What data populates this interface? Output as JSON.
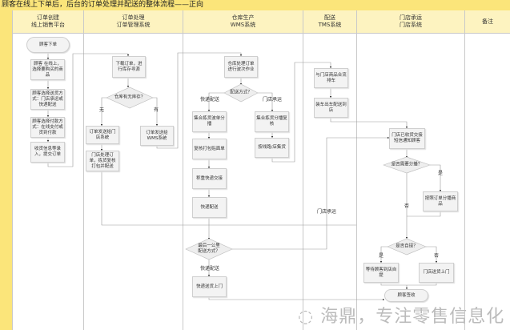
{
  "title": "顾客在线上下单后，后台的订单处理并配送的整体流程——正向",
  "lanes": [
    {
      "name": "订单创建\n线上销售平台"
    },
    {
      "name": "订单处理\n订单管理系统"
    },
    {
      "name": "仓库生产\nWMS系统"
    },
    {
      "name": "配送\nTMS系统"
    },
    {
      "name": "门店承运\n门店系统"
    },
    {
      "name": "备注"
    }
  ],
  "nodes": {
    "start": "顾客下单",
    "c1b1": "顾客\n在线上，选择要购买的商品",
    "c1b2": "顾客选择送货方式：门店承运或快递配送",
    "c1b3": "顾客选择付款方式：在线支付或货到付款",
    "c1b4": "收货信息等录入，提交订单",
    "c2b1": "下载订单，进行库存寻源",
    "c2d1": "仓库有无库存？",
    "c2no": "无",
    "c2yes": "有",
    "c2b2": "订单发送给门店系统",
    "c2b3": "订单发送给WMS系统",
    "c2b4": "门店处理订单，拣货复核打包并配送",
    "c3b1": "仓库处理订单进行波次作业",
    "c3d1": "配送方式？",
    "c3l1": "快递配送",
    "c3l2": "门店承运",
    "c3b2": "集合拣货波单分播",
    "c3b3": "复核打包贴面单",
    "c3b4": "称重快递交接",
    "c3b5": "快递配送",
    "c3b6": "集合拣货分播复核",
    "c3b7": "按线路/店集货",
    "c3d2": "最后一公里\n配送方式？",
    "c3l3": "快递配送",
    "c3b8": "快递送货上门",
    "c4b1": "与门店商品合流排车",
    "c4b2": "装车出车配送到店",
    "c4l1": "门店承运",
    "c5b1": "门店已收货交接短信通知顾客",
    "c5d1": "是否需要分播？",
    "c5yes1": "是",
    "c5no1": "否",
    "c5b2": "按照订单分播商品",
    "c5d2": "是否自提？",
    "c5yes2": "是",
    "c5no2": "否",
    "c5b3": "等待顾客到店自提",
    "c5b4": "门店送货上门",
    "end": "顾客签收"
  },
  "watermark": "海鼎，专注零售信息化"
}
